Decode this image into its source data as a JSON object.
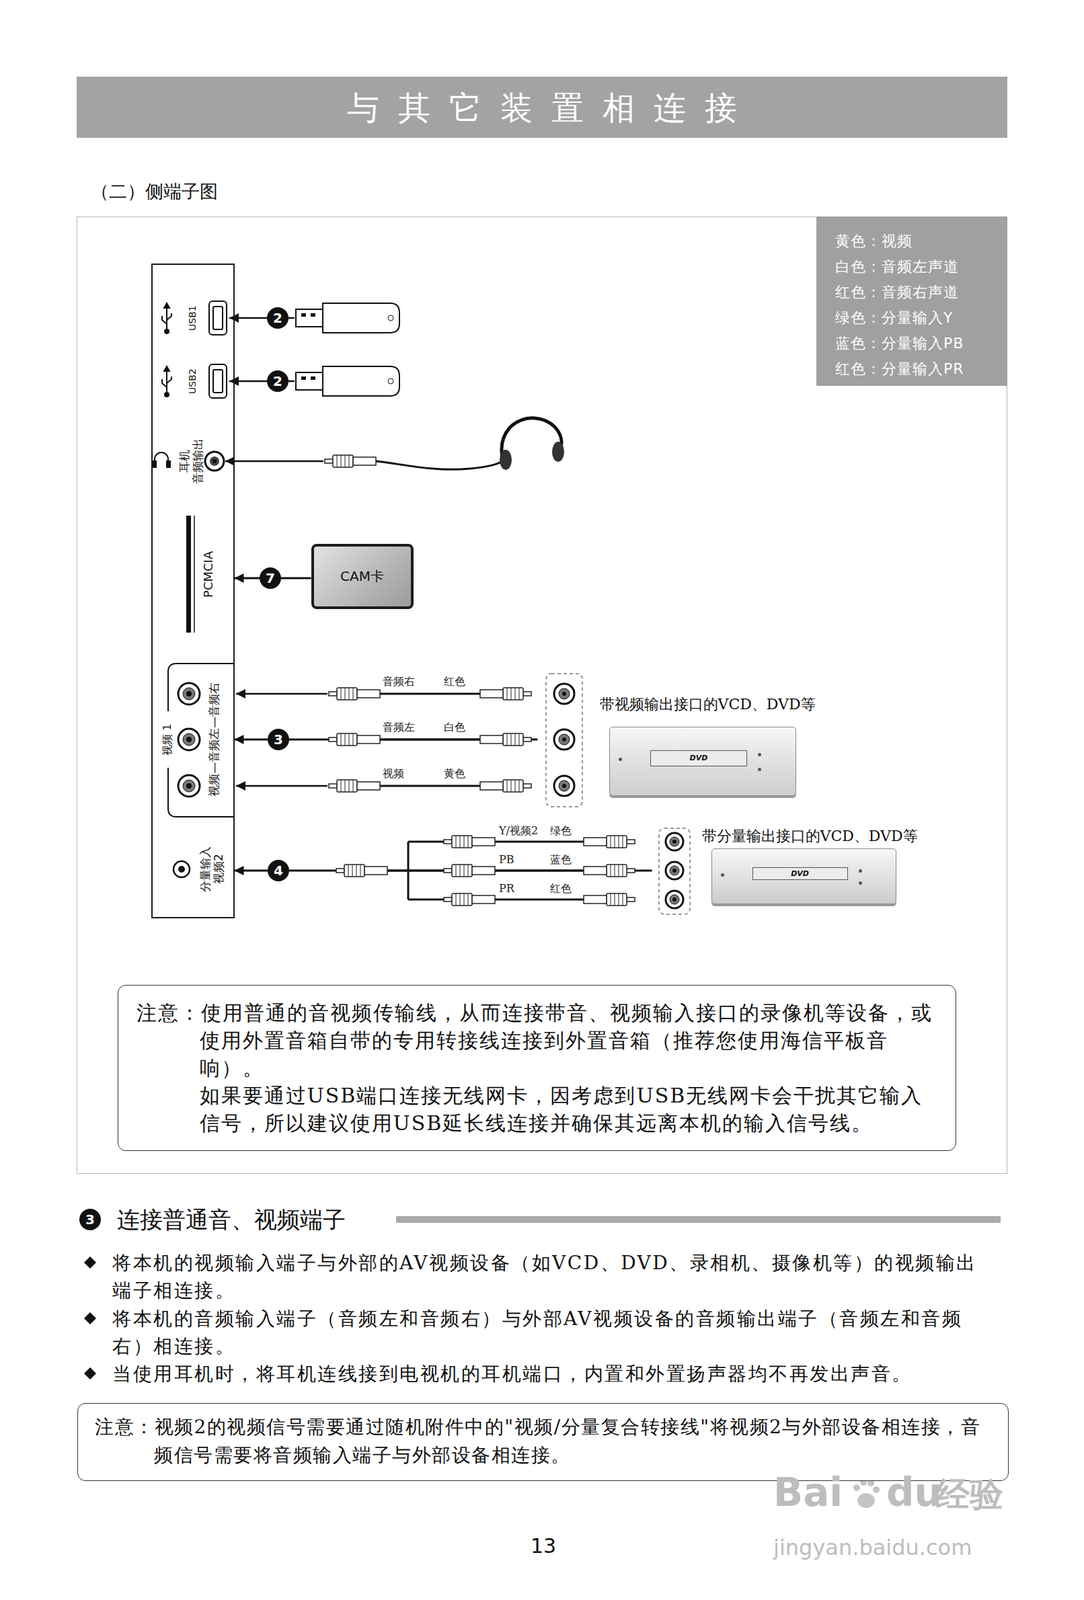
{
  "diagram": {
    "title": "与其它装置相连接",
    "nodes": [
      {
        "text": [
          "（二）侧端子图"
        ]
      },
      {
        "text": [
          "USB1",
          "USB2",
          "耳机 音频输出",
          "PCMCIA",
          "视频 1",
          "视频—音频左—音频右",
          "分量输入 视频2"
        ],
        "in": 0
      },
      {
        "text": [
          "CAM卡"
        ],
        "in": 0
      },
      {
        "text": [
          "带视频输出接口的VCD、DVD等",
          "DVD"
        ],
        "in": 0
      },
      {
        "text": [
          "带分量输出接口的VCD、DVD等",
          "DVD"
        ],
        "in": 0
      },
      {
        "text": [
          "注意：使用普通的音视频传输线，从而连接带音、视频输入接口的录像机等设备，或使用外置音箱自带的专用转接线连接到外置音箱（推荐您使用海信平板音响）。",
          "如果要通过USB端口连接无线网卡，因考虑到USB无线网卡会干扰其它输入信号，所以建议使用USB延长线连接并确保其远离本机的输入信号线。"
        ],
        "in": 0
      },
      {
        "text": [
          "注意：视频2的视频信号需要通过随机附件中的\"视频/分量复合转接线\"将视频2与外部设备相连接，音频信号需要将音频输入端子与外部设备相连接。"
        ]
      }
    ],
    "edges": [
      {
        "from": 2,
        "to": 1,
        "arrow": "to",
        "label": "7"
      },
      {
        "from": 3,
        "to": 1,
        "arrow": "to",
        "label": "3"
      },
      {
        "from": 4,
        "to": 1,
        "arrow": "to",
        "label": "4"
      }
    ],
    "labels": [
      "2",
      "2",
      "音频右",
      "红色",
      "音频左",
      "白色",
      "视频",
      "黄色",
      "Y/视频2",
      "绿色",
      "PB",
      "蓝色",
      "PR",
      "红色",
      "3",
      "连接普通音、视频端子",
      "将本机的视频输入端子与外部的AV视频设备（如VCD、DVD、录相机、摄像机等）的视频输出端子相连接。",
      "将本机的音频输入端子（音频左和音频右）与外部AV视频设备的音频输出端子（音频左和音频右）相连接。",
      "当使用耳机时，将耳机连线接到电视机的耳机端口，内置和外置扬声器均不再发出声音。",
      "13",
      "Bai",
      "du",
      "经验",
      "jingyan.baidu.com"
    ],
    "legend": [
      {
        "text": "黄色：视频"
      },
      {
        "text": "白色：音频左声道"
      },
      {
        "text": "红色：音频右声道"
      },
      {
        "text": "绿色：分量输入Y"
      },
      {
        "text": "蓝色：分量输入PB"
      },
      {
        "text": "红色：分量输入PR"
      }
    ]
  }
}
